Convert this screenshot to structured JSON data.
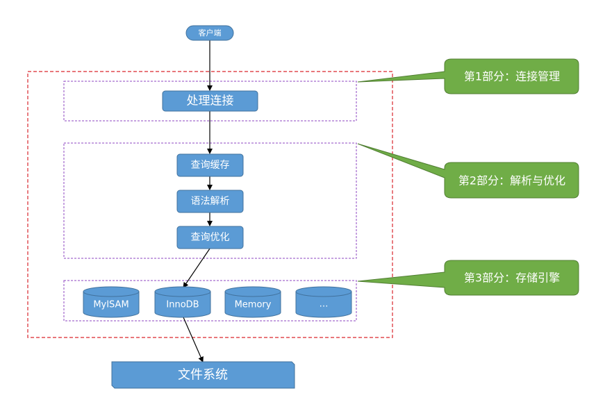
{
  "diagram": {
    "client": "客户端",
    "connection_handler": "处理连接",
    "steps": [
      "查询缓存",
      "语法解析",
      "查询优化"
    ],
    "engines": [
      "MyISAM",
      "InnoDB",
      "Memory",
      "…"
    ],
    "file_system": "文件系统",
    "callouts": [
      "第1部分：连接管理",
      "第2部分：解析与优化",
      "第3部分：存储引擎"
    ]
  },
  "colors": {
    "node_fill": "#5b9bd5",
    "node_stroke": "#41719c",
    "callout_fill": "#70ad47",
    "callout_stroke": "#507e32",
    "outer_dash": "#d9262c",
    "group_dash": "#8e44c2",
    "arrow": "#000000"
  }
}
